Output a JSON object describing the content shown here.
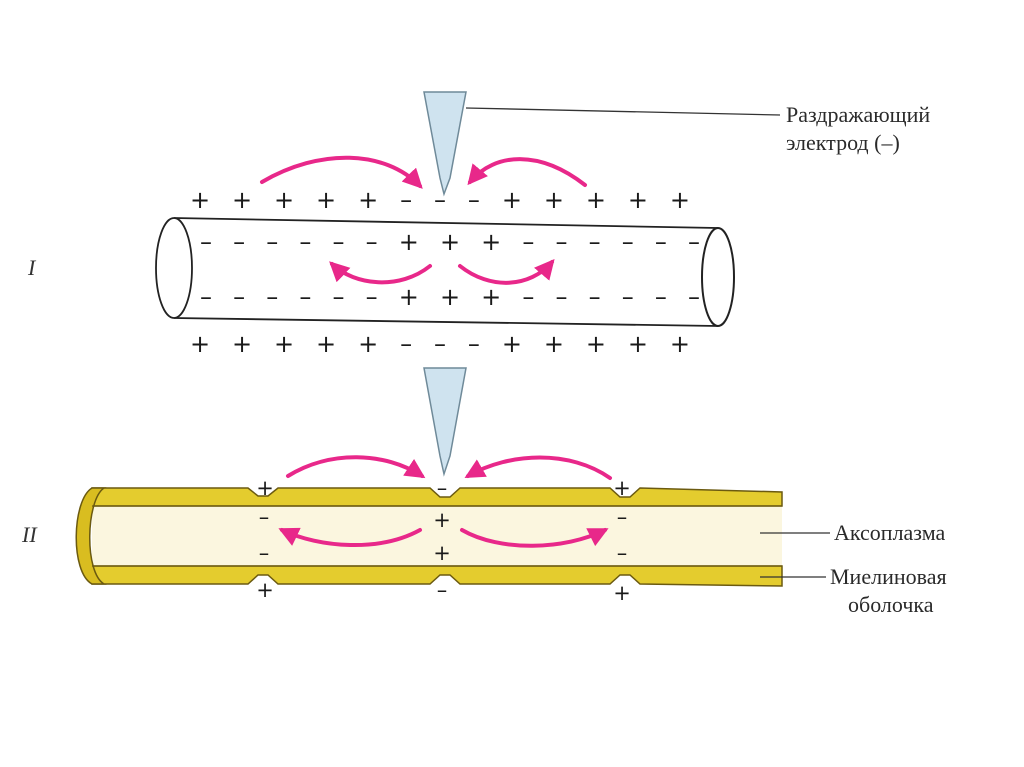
{
  "diagram": {
    "part_i": {
      "roman": "I",
      "outer_top": "+ + + + + – – – + + + + +",
      "inner_top": "– – – – – – + + + – – – – – –",
      "inner_bottom": "– – – – – – + + + – – – – – –",
      "outer_bottom": "+ + + + + – – – + + + + +"
    },
    "part_ii": {
      "roman": "II",
      "outer_node_left": "+",
      "outer_node_mid": "–",
      "outer_node_right": "+",
      "inner_node_left": "–",
      "inner_node_mid": "+",
      "inner_node_right": "–",
      "inner_node_left_b": "–",
      "inner_node_mid_b": "+",
      "inner_node_right_b": "–",
      "outer_node_left_b": "+",
      "outer_node_mid_b": "–",
      "outer_node_right_b": "+"
    },
    "labels": {
      "electrode_line1": "Раздражающий",
      "electrode_line2": "электрод  (–)",
      "axoplasm": "Аксоплазма",
      "myelin_line1": "Миелиновая",
      "myelin_line2": "оболочка"
    },
    "colors": {
      "arrow": "#e8288a",
      "electrode": "#cfe3ef",
      "myelin": "#e4cc2e",
      "axoplasm": "#fbf6df"
    }
  }
}
